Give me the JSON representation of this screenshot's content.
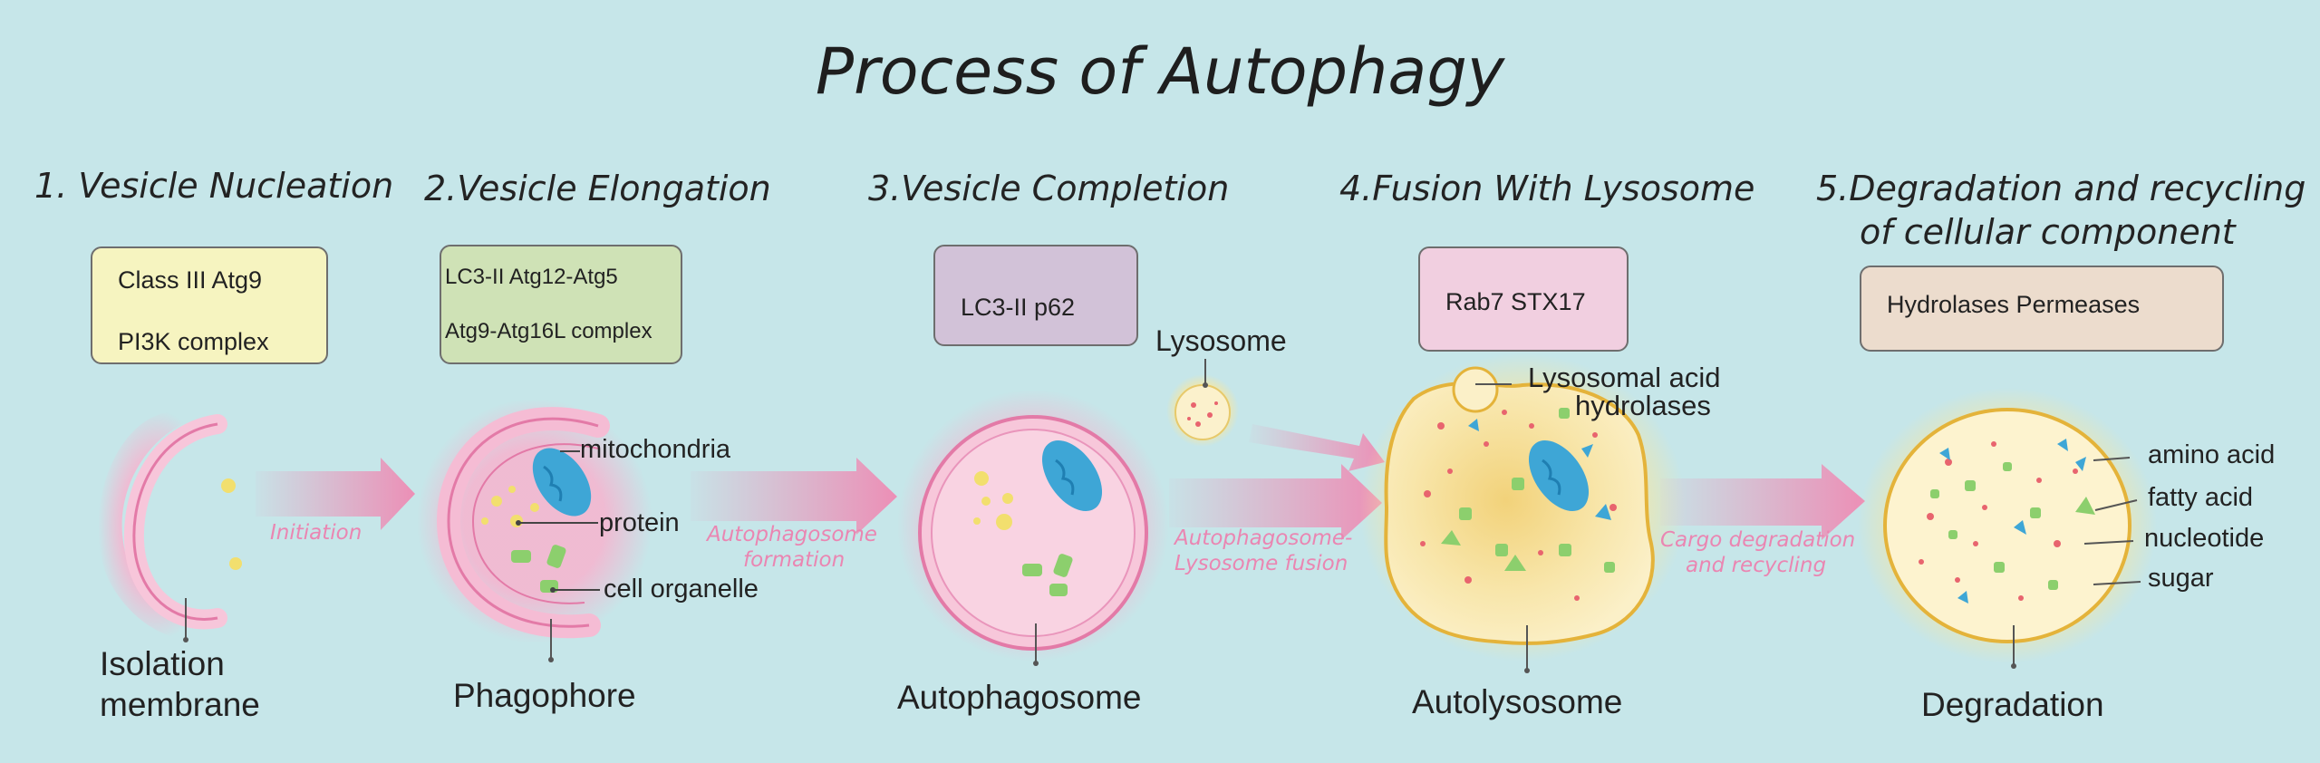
{
  "title": "Process of Autophagy",
  "steps": [
    {
      "heading": "1. Vesicle   Nucleation",
      "box": {
        "line1": "Class III   Atg9",
        "line2": "PI3K  complex",
        "color": "#f6f4c0"
      },
      "structure_label_line1": "Isolation",
      "structure_label_line2": "membrane",
      "arrow_label_line1": "Initiation",
      "arrow_label_line2": ""
    },
    {
      "heading": "2.Vesicle  Elongation",
      "box": {
        "line1": "LC3-II  Atg12-Atg5",
        "line2": "Atg9-Atg16L complex",
        "color": "#cfe2b6"
      },
      "structure_label": "Phagophore",
      "callouts": [
        "mitochondria",
        "protein",
        "cell  organelle"
      ],
      "arrow_label_line1": "Autophagosome",
      "arrow_label_line2": "formation"
    },
    {
      "heading": "3.Vesicle  Completion",
      "box": {
        "line1": "LC3-II     p62",
        "color": "#d2c2d8"
      },
      "structure_label": "Autophagosome",
      "lysosome_label": "Lysosome",
      "arrow_label_line1": "Autophagosome-",
      "arrow_label_line2": "Lysosome  fusion"
    },
    {
      "heading": "4.Fusion With Lysosome",
      "box": {
        "line1": "Rab7     STX17",
        "color": "#f1cfe0"
      },
      "structure_label": "Autolysosome",
      "callout_line1": "Lysosomal  acid",
      "callout_line2": "hydrolases",
      "arrow_label_line1": "Cargo degradation",
      "arrow_label_line2": "and recycling"
    },
    {
      "heading_line1": "5.Degradation and recycling",
      "heading_line2": "of cellular component",
      "box": {
        "line1": "Hydrolases  Permeases",
        "color": "#ecdccd"
      },
      "structure_label": "Degradation",
      "callouts": [
        "amino acid",
        "fatty acid",
        "nucleotide",
        "sugar"
      ]
    }
  ],
  "colors": {
    "background": "#c6e6e9",
    "membrane_pink": "#f2a9c8",
    "arrow_pink": "#ec8fb6",
    "mitochondria_blue": "#3ea6d6",
    "autolysosome_yellow": "#f7e3a3",
    "organelle_green": "#8ccf6d"
  }
}
